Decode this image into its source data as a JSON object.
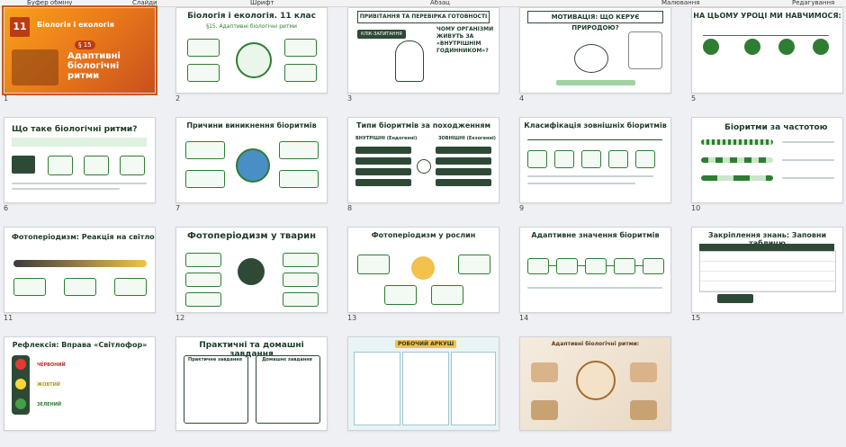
{
  "ribbon": {
    "groups": [
      "Буфер обміну",
      "Слайди",
      "Шрифт",
      "Абзац",
      "Малювання",
      "Редагування"
    ]
  },
  "slides": [
    {
      "num": "1",
      "title": "",
      "subtitle": "Біологія і екологія",
      "extra": "§ 15",
      "heading": "Адаптивні біологічні ритми",
      "style": "cover"
    },
    {
      "num": "2",
      "title": "Біологія і екологія. 11 клас",
      "subtitle": "§15. Адаптивні біологічні ритми",
      "style": "plain"
    },
    {
      "num": "3",
      "title": "ПРИВІТАННЯ ТА ПЕРЕВІРКА ГОТОВНОСТІ",
      "subtitle": "ЧОМУ ОРГАНІЗМИ ЖИВУТЬ ЗА «ВНУТРІШНІМ ГОДИННИКОМ»?",
      "extra": "КЛІК-ЗАПИТАННЯ",
      "style": "plain"
    },
    {
      "num": "4",
      "title": "МОТИВАЦІЯ: ЩО КЕРУЄ ПРИРОДОЮ?",
      "style": "plain"
    },
    {
      "num": "5",
      "title": "НА ЦЬОМУ УРОЦІ МИ НАВЧИМОСЯ:",
      "style": "plain"
    },
    {
      "num": "6",
      "title": "Що таке біологічні ритми?",
      "style": "plain"
    },
    {
      "num": "7",
      "title": "Причини виникнення біоритмів",
      "style": "plain"
    },
    {
      "num": "8",
      "title": "Типи біоритмів за походженням",
      "subtitle": "ВНУТРІШНІ (Ендогенні)",
      "extra": "ЗОВНІШНІ (Екзогенні)",
      "style": "plain"
    },
    {
      "num": "9",
      "title": "Класифікація зовнішніх біоритмів",
      "style": "plain"
    },
    {
      "num": "10",
      "title": "Біоритми за частотою",
      "style": "plain"
    },
    {
      "num": "11",
      "title": "Фотоперіодизм: Реакція на світло",
      "style": "plain"
    },
    {
      "num": "12",
      "title": "Фотоперіодизм у тварин",
      "style": "plain"
    },
    {
      "num": "13",
      "title": "Фотоперіодизм у рослин",
      "style": "plain"
    },
    {
      "num": "14",
      "title": "Адаптивне значення біоритмів",
      "style": "plain"
    },
    {
      "num": "15",
      "title": "Закріплення знань: Заповни таблицю",
      "style": "plain"
    },
    {
      "num": "",
      "title": "Рефлексія: Вправа «Світлофор»",
      "extra": "ЧЕРВОНИЙ",
      "subtitle": "ЖОВТИЙ",
      "heading": "ЗЕЛЕНИЙ",
      "style": "plain"
    },
    {
      "num": "",
      "title": "Практичні та домашні завдання",
      "subtitle": "Практичне завдання",
      "extra": "Домашнє завдання",
      "style": "plain"
    },
    {
      "num": "",
      "title": "РОБОЧИЙ АРКУШ",
      "style": "teal"
    },
    {
      "num": "",
      "title": "Адаптивні біологічні ритми:",
      "style": "warm"
    }
  ],
  "colors": {
    "accent": "#2e7d32",
    "dark": "#2e4a36",
    "selected": "#c65a1e",
    "cover": "#ec7c1a"
  }
}
